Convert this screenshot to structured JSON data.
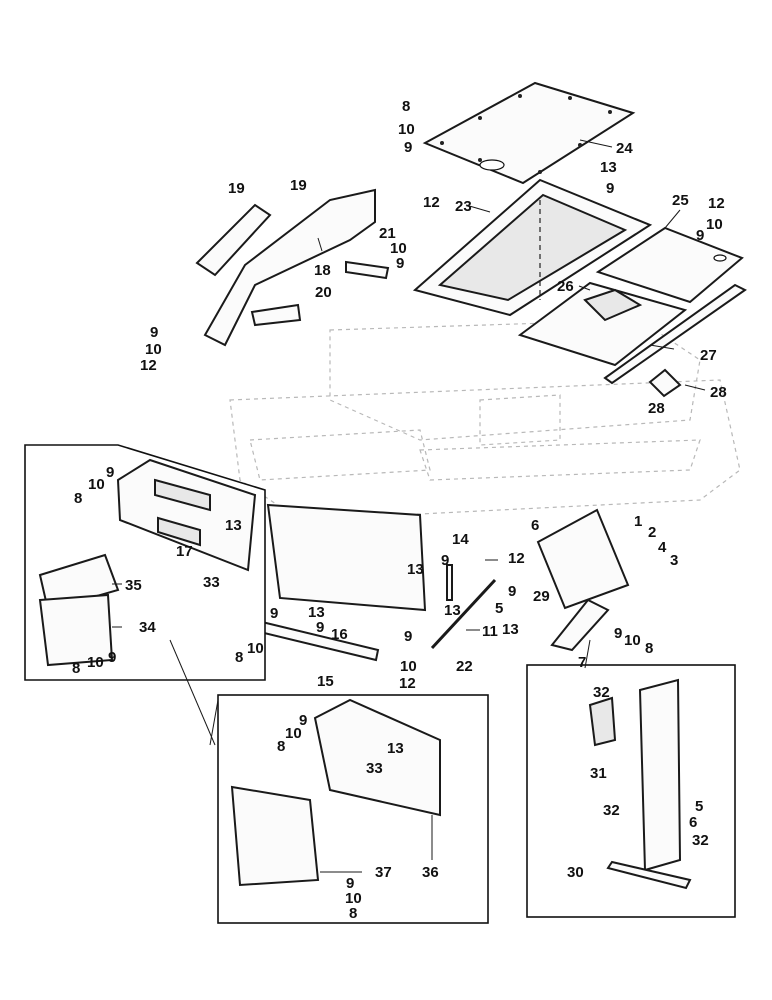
{
  "labels": [
    {
      "id": "8a",
      "text": "8"
    },
    {
      "id": "10a",
      "text": "10"
    },
    {
      "id": "9a",
      "text": "9"
    },
    {
      "id": "24",
      "text": "24"
    },
    {
      "id": "13a",
      "text": "13"
    },
    {
      "id": "9b",
      "text": "9"
    },
    {
      "id": "12a",
      "text": "12"
    },
    {
      "id": "25",
      "text": "25"
    },
    {
      "id": "10b",
      "text": "10"
    },
    {
      "id": "9c",
      "text": "9"
    },
    {
      "id": "19a",
      "text": "19"
    },
    {
      "id": "19b",
      "text": "19"
    },
    {
      "id": "23",
      "text": "23"
    },
    {
      "id": "12b",
      "text": "12"
    },
    {
      "id": "21",
      "text": "21"
    },
    {
      "id": "10c",
      "text": "10"
    },
    {
      "id": "9d",
      "text": "9"
    },
    {
      "id": "18",
      "text": "18"
    },
    {
      "id": "26",
      "text": "26"
    },
    {
      "id": "20",
      "text": "20"
    },
    {
      "id": "9e",
      "text": "9"
    },
    {
      "id": "10d",
      "text": "10"
    },
    {
      "id": "12c",
      "text": "12"
    },
    {
      "id": "27",
      "text": "27"
    },
    {
      "id": "28a",
      "text": "28"
    },
    {
      "id": "28b",
      "text": "28"
    },
    {
      "id": "9f",
      "text": "9"
    },
    {
      "id": "10e",
      "text": "10"
    },
    {
      "id": "8b",
      "text": "8"
    },
    {
      "id": "13b",
      "text": "13"
    },
    {
      "id": "17",
      "text": "17"
    },
    {
      "id": "33a",
      "text": "33"
    },
    {
      "id": "35",
      "text": "35"
    },
    {
      "id": "34",
      "text": "34"
    },
    {
      "id": "8c",
      "text": "8"
    },
    {
      "id": "10f",
      "text": "10"
    },
    {
      "id": "9g",
      "text": "9"
    },
    {
      "id": "1",
      "text": "1"
    },
    {
      "id": "2",
      "text": "2"
    },
    {
      "id": "6a",
      "text": "6"
    },
    {
      "id": "4",
      "text": "4"
    },
    {
      "id": "3",
      "text": "3"
    },
    {
      "id": "14",
      "text": "14"
    },
    {
      "id": "12d",
      "text": "12"
    },
    {
      "id": "13c",
      "text": "13"
    },
    {
      "id": "9h",
      "text": "9"
    },
    {
      "id": "9i",
      "text": "9"
    },
    {
      "id": "29",
      "text": "29"
    },
    {
      "id": "5a",
      "text": "5"
    },
    {
      "id": "13d",
      "text": "13"
    },
    {
      "id": "13e",
      "text": "13"
    },
    {
      "id": "9j",
      "text": "9"
    },
    {
      "id": "13f",
      "text": "13"
    },
    {
      "id": "16",
      "text": "16"
    },
    {
      "id": "9k",
      "text": "9"
    },
    {
      "id": "9l",
      "text": "9"
    },
    {
      "id": "11",
      "text": "11"
    },
    {
      "id": "9m",
      "text": "9"
    },
    {
      "id": "10g",
      "text": "10"
    },
    {
      "id": "8d",
      "text": "8"
    },
    {
      "id": "7",
      "text": "7"
    },
    {
      "id": "8e",
      "text": "8"
    },
    {
      "id": "10h",
      "text": "10"
    },
    {
      "id": "15",
      "text": "15"
    },
    {
      "id": "10i",
      "text": "10"
    },
    {
      "id": "12e",
      "text": "12"
    },
    {
      "id": "22",
      "text": "22"
    },
    {
      "id": "8f",
      "text": "8"
    },
    {
      "id": "10j",
      "text": "10"
    },
    {
      "id": "9n",
      "text": "9"
    },
    {
      "id": "13g",
      "text": "13"
    },
    {
      "id": "33b",
      "text": "33"
    },
    {
      "id": "37",
      "text": "37"
    },
    {
      "id": "36",
      "text": "36"
    },
    {
      "id": "9o",
      "text": "9"
    },
    {
      "id": "10k",
      "text": "10"
    },
    {
      "id": "8g",
      "text": "8"
    },
    {
      "id": "32a",
      "text": "32"
    },
    {
      "id": "31",
      "text": "31"
    },
    {
      "id": "32b",
      "text": "32"
    },
    {
      "id": "5b",
      "text": "5"
    },
    {
      "id": "6b",
      "text": "6"
    },
    {
      "id": "32c",
      "text": "32"
    },
    {
      "id": "30",
      "text": "30"
    }
  ]
}
